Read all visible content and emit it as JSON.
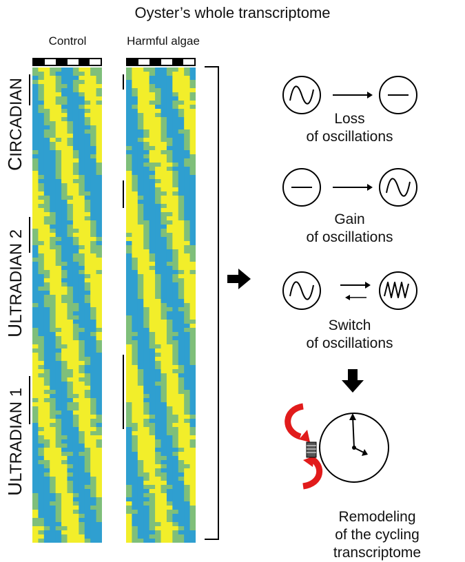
{
  "title": "Oyster’s whole transcriptome",
  "columns": [
    {
      "label": "Control"
    },
    {
      "label": "Harmful algae"
    }
  ],
  "light_dark_pattern": [
    "dark",
    "light",
    "dark",
    "light",
    "dark",
    "light"
  ],
  "row_labels": {
    "circadian": {
      "cap": "C",
      "rest": "IRCADIAN"
    },
    "ultradian2": {
      "cap": "U",
      "rest": "LTRADIAN 2"
    },
    "ultradian1": {
      "cap": "U",
      "rest": "LTRADIAN 1"
    }
  },
  "outcomes": [
    {
      "word": "Loss",
      "caption": "of oscillations"
    },
    {
      "word": "Gain",
      "caption": "of oscillations"
    },
    {
      "word": "Switch",
      "caption": "of oscillations"
    }
  ],
  "conclusion": {
    "line1": "Remodeling",
    "line2": "of the cycling transcriptome"
  },
  "colors": {
    "high": "#f2ee2a",
    "low": "#2f9fd0",
    "mid": "#7fbf7a",
    "arrow_red": "#e11b1b"
  }
}
